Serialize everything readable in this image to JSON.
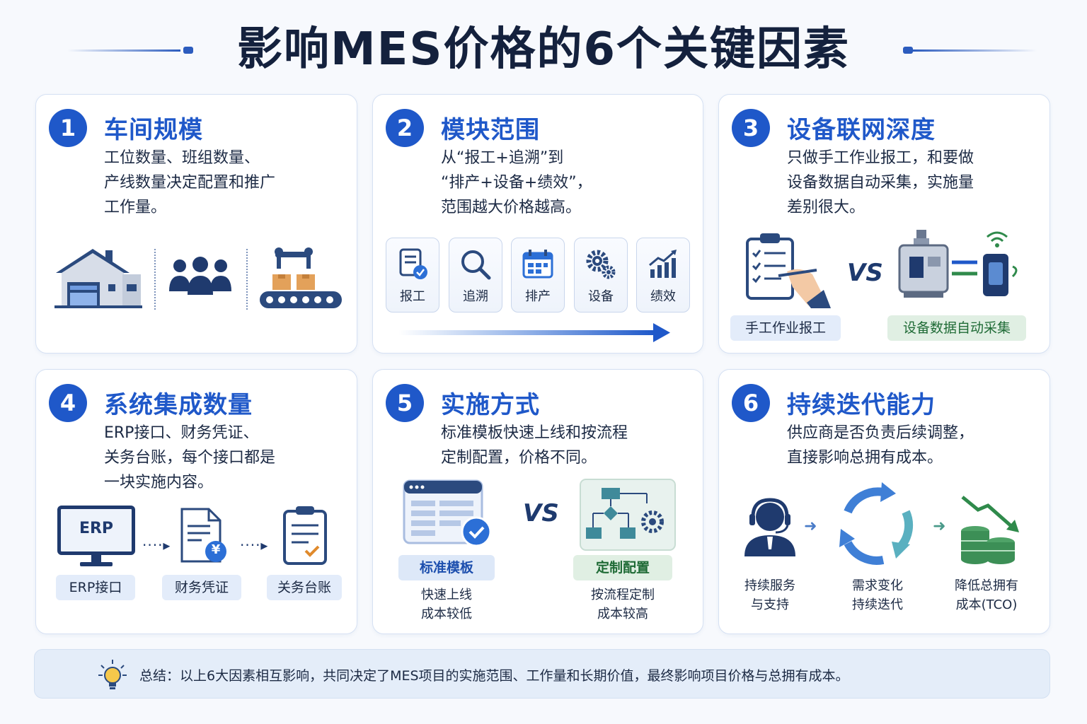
{
  "page": {
    "title": "影响MES价格的6个关键因素"
  },
  "colors": {
    "primary": "#1f58c9",
    "green_accent": "#2f8a4b",
    "orange_accent": "#e08a2c",
    "background": "#f7f9fd"
  },
  "cards": [
    {
      "number": "1",
      "title": "车间规模",
      "description": "工位数量、班组数量、\n产线数量决定配置和推广\n工作量。",
      "icons": [
        "factory-icon",
        "team-icon",
        "conveyor-robot-icon"
      ]
    },
    {
      "number": "2",
      "title": "模块范围",
      "description": "从“报工+追溯”到\n“排产+设备+绩效”，\n范围越大价格越高。",
      "modules": [
        {
          "label": "报工",
          "icon": "report-doc-icon"
        },
        {
          "label": "追溯",
          "icon": "magnifier-icon"
        },
        {
          "label": "排产",
          "icon": "calendar-icon"
        },
        {
          "label": "设备",
          "icon": "gears-icon"
        },
        {
          "label": "绩效",
          "icon": "growth-chart-icon"
        }
      ]
    },
    {
      "number": "3",
      "title": "设备联网深度",
      "description": "只做手工作业报工，和要做\n设备数据自动采集，实施量\n差别很大。",
      "vs": "VS",
      "left_label": "手工作业报工",
      "right_label": "设备数据自动采集"
    },
    {
      "number": "4",
      "title": "系统集成数量",
      "description": "ERP接口、财务凭证、\n关务台账，每个接口都是\n一块实施内容。",
      "monitor_text": "ERP",
      "currency_symbol": "¥",
      "items": [
        "ERP接口",
        "财务凭证",
        "关务台账"
      ]
    },
    {
      "number": "5",
      "title": "实施方式",
      "description": "标准模板快速上线和按流程\n定制配置，价格不同。",
      "vs": "VS",
      "left": {
        "label": "标准模板",
        "caption": "快速上线\n成本较低"
      },
      "right": {
        "label": "定制配置",
        "caption": "按流程定制\n成本较高"
      }
    },
    {
      "number": "6",
      "title": "持续迭代能力",
      "description": "供应商是否负责后续调整，\n直接影响总拥有成本。",
      "steps": [
        {
          "caption": "持续服务\n与支持",
          "icon": "headset-agent-icon"
        },
        {
          "caption": "需求变化\n持续迭代",
          "icon": "cycle-arrows-icon"
        },
        {
          "caption": "降低总拥有\n成本(TCO)",
          "icon": "coins-down-icon"
        }
      ]
    }
  ],
  "summary": {
    "text": "总结：以上6大因素相互影响，共同决定了MES项目的实施范围、工作量和长期价值，最终影响项目价格与总拥有成本。",
    "icon": "lightbulb-icon"
  }
}
